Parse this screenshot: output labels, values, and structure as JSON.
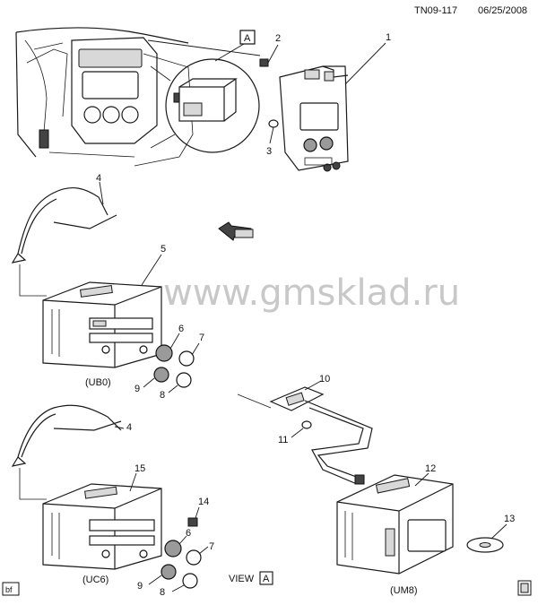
{
  "header": {
    "figure_id": "TN09-117",
    "date": "06/25/2008"
  },
  "watermark": "www.gmsklad.ru",
  "view_box_label": "A",
  "view_label": "VIEW",
  "corner_tag": "bf",
  "callouts": [
    "1",
    "2",
    "3",
    "4",
    "5",
    "6",
    "7",
    "8",
    "9",
    "10",
    "11",
    "12",
    "13",
    "14",
    "15",
    "4",
    "6",
    "7",
    "8",
    "9"
  ],
  "variant_labels": {
    "ub0": "(UB0)",
    "uc6": "(UC6)",
    "um8": "(UM8)"
  },
  "icons": {
    "front_arrow": "front-direction-arrow-icon",
    "disc": "disc-icon"
  }
}
